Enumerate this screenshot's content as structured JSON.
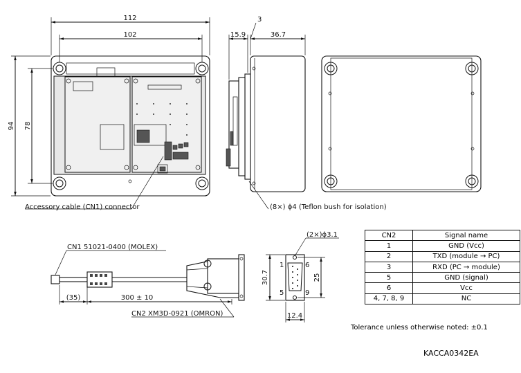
{
  "dimensions": {
    "width_outer": "112",
    "width_inner": "102",
    "height_outer": "94",
    "height_inner": "78",
    "thickness_small": "3",
    "depth_a": "15.9",
    "depth_b": "36.7",
    "cable_length_a": "(35)",
    "cable_length_b": "300 ± 10",
    "dsub_height": "30.7",
    "dsub_pitch": "25",
    "dsub_width": "12.4",
    "hole_callout": "(2×)ϕ3.1"
  },
  "labels": {
    "cn1_connector": "Accessory cable (CN1) connector",
    "teflon_bush": "(8×) ϕ4 (Teflon bush for isolation)",
    "cn1_part": "CN1 51021-0400 (MOLEX)",
    "cn2_part": "CN2 XM3D-0921 (OMRON)",
    "pin_1": "1",
    "pin_5": "5",
    "pin_6": "6",
    "pin_9": "9"
  },
  "table": {
    "headers": [
      "CN2",
      "Signal name"
    ],
    "rows": [
      [
        "1",
        "GND (Vcc)"
      ],
      [
        "2",
        "TXD (module → PC)"
      ],
      [
        "3",
        "RXD (PC → module)"
      ],
      [
        "5",
        "GND (signal)"
      ],
      [
        "6",
        "Vcc"
      ],
      [
        "4, 7, 8, 9",
        "NC"
      ]
    ]
  },
  "tolerance_note": "Tolerance unless otherwise noted: ±0.1",
  "doc_number": "KACCA0342EA"
}
